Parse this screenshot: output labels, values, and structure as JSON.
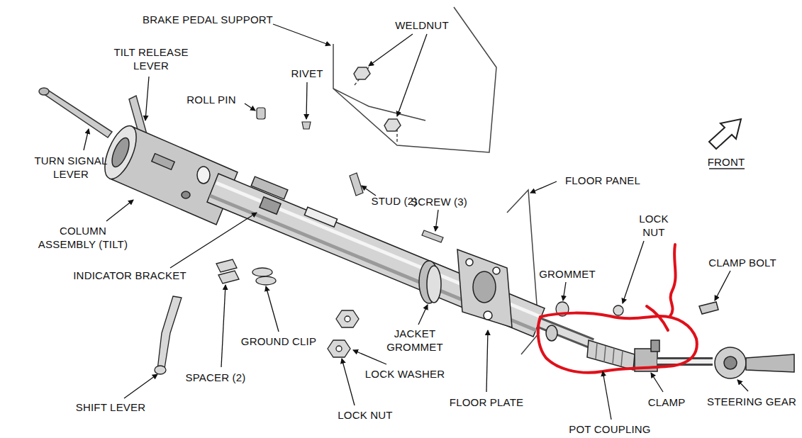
{
  "diagram": {
    "labels": [
      "BRAKE PEDAL SUPPORT",
      "WELDNUT",
      "TILT RELEASE LEVER",
      "RIVET",
      "ROLL PIN",
      "TURN SIGNAL LEVER",
      "COLUMN ASSEMBLY (TILT)",
      "INDICATOR BRACKET",
      "STUD (2)",
      "SCREW (3)",
      "FLOOR PANEL",
      "FRONT",
      "LOCK NUT",
      "CLAMP BOLT",
      "GROMMET",
      "JACKET GROMMET",
      "GROUND CLIP",
      "SPACER (2)",
      "LOCK WASHER",
      "LOCK NUT",
      "FLOOR PLATE",
      "CLAMP",
      "POT COUPLING",
      "STEERING GEAR",
      "SHIFT LEVER"
    ]
  }
}
